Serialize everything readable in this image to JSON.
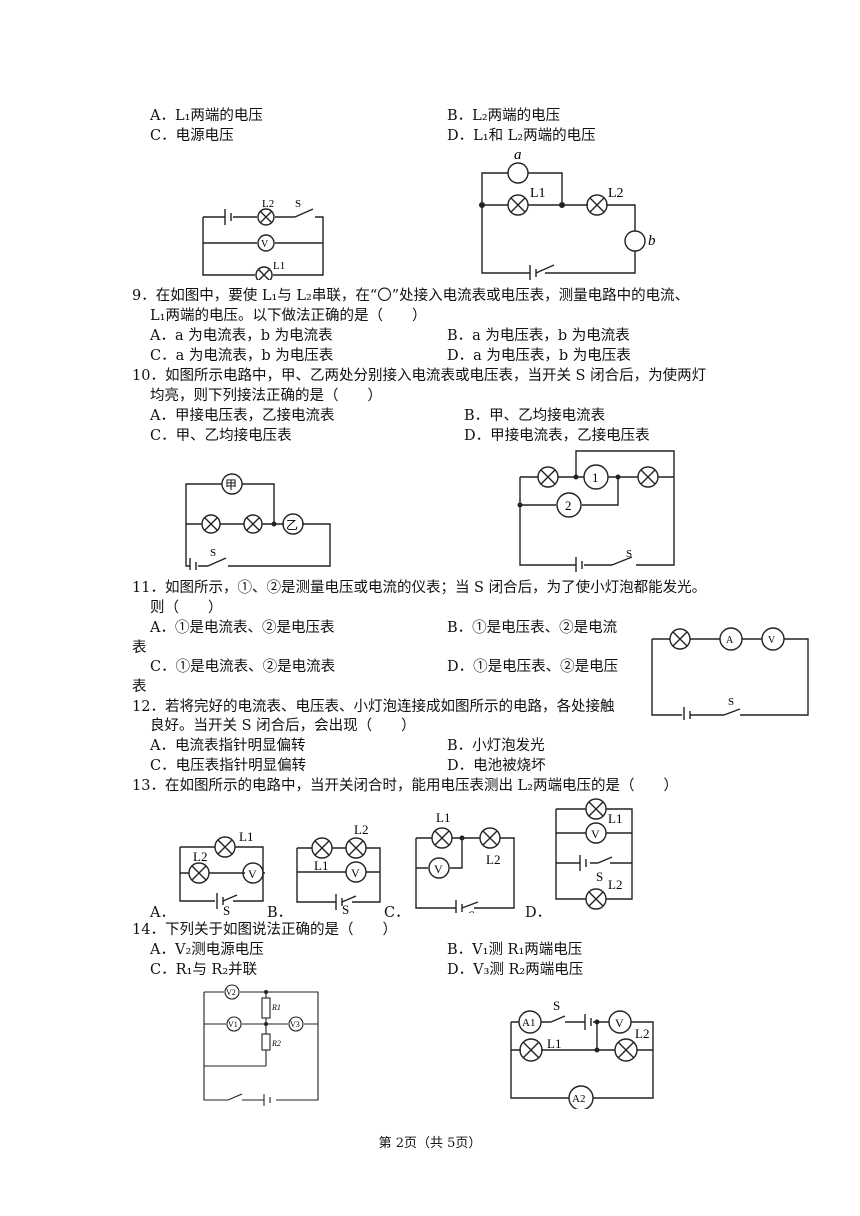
{
  "q8": {
    "optA": "A．L₁两端的电压",
    "optB": "B．L₂两端的电压",
    "optC": "C．电源电压",
    "optD": "D．L₁和 L₂两端的电压"
  },
  "q9": {
    "line1": "9．在如图中，要使 L₁与 L₂串联，在“〇”处接入电流表或电压表，测量电路中的电流、",
    "line2": "L₁两端的电压。以下做法正确的是（　　）",
    "optA": "A．a 为电流表，b 为电流表",
    "optB": "B．a 为电压表，b 为电流表",
    "optC": "C．a 为电流表，b 为电压表",
    "optD": "D．a 为电压表，b 为电压表"
  },
  "q10": {
    "line1": "10．如图所示电路中，甲、乙两处分别接入电流表或电压表，当开关 S 闭合后，为使两灯",
    "line2": "均亮，则下列接法正确的是（　　）",
    "optA": "A．甲接电压表，乙接电流表",
    "optB": "B．甲、乙均接电流表",
    "optC": "C．甲、乙均接电压表",
    "optD": "D．甲接电流表，乙接电压表"
  },
  "q11": {
    "line1": "11．如图所示，①、②是测量电压或电流的仪表；当 S 闭合后，为了使小灯泡都能发光。",
    "line2": "则（　　）",
    "optA": "A．①是电流表、②是电压表",
    "optB": "B．①是电压表、②是电流",
    "optB_wrap": "表",
    "optC": "C．①是电流表、②是电流表",
    "optD": "D．①是电压表、②是电压",
    "optD_wrap": "表"
  },
  "q12": {
    "line1": "12．若将完好的电流表、电压表、小灯泡连接成如图所示的电路，各处接触",
    "line2": "良好。当开关 S 闭合后，会出现（　　）",
    "optA": "A．电流表指针明显偏转",
    "optB": "B．小灯泡发光",
    "optC": "C．电压表指针明显偏转",
    "optD": "D．电池被烧坏"
  },
  "q13": {
    "line1": "13．在如图所示的电路中，当开关闭合时，能用电压表测出 L₂两端电压的是（　　）",
    "labelA": "A．",
    "labelB": "B．",
    "labelC": "C．",
    "labelD": "D．"
  },
  "q14": {
    "line1": "14．下列关于如图说法正确的是（　　）",
    "optA": "A．V₂测电源电压",
    "optB": "B．V₁测 R₁两端电压",
    "optC": "C．R₁与 R₂并联",
    "optD": "D．V₃测 R₂两端电压"
  },
  "figures": {
    "L1": "L1",
    "L2": "L2",
    "S": "S",
    "V": "V",
    "A": "A",
    "a": "a",
    "b": "b",
    "jia": "甲",
    "yi": "乙",
    "one": "1",
    "two": "2",
    "V1": "V1",
    "V2": "V2",
    "V3": "V3",
    "R1": "R1",
    "R2": "R2",
    "A1": "A1",
    "A2": "A2"
  },
  "footer": "第 2页（共 5页）"
}
